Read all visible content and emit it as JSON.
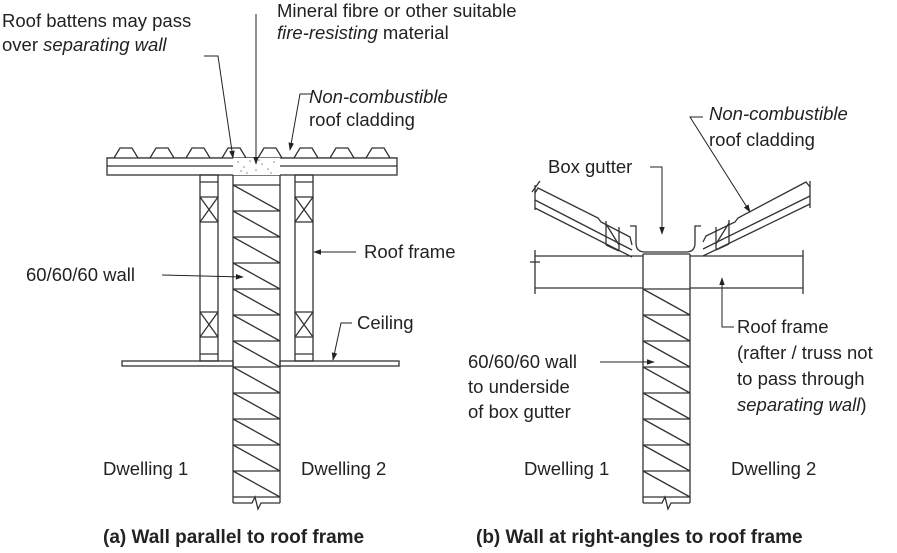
{
  "left": {
    "battens_line1": "Roof battens may pass",
    "battens_line2_a": "over ",
    "battens_line2_b": "separating wall",
    "mineral_line1": "Mineral fibre or other suitable",
    "mineral_line2_a": "fire-resisting",
    "mineral_line2_b": " material",
    "cladding_line1": "Non-combustible",
    "cladding_line2": "roof cladding",
    "roof_frame": "Roof frame",
    "wall": "60/60/60 wall",
    "ceiling": "Ceiling",
    "dwelling1": "Dwelling 1",
    "dwelling2": "Dwelling 2",
    "caption": "(a) Wall parallel to roof frame"
  },
  "right": {
    "cladding_line1": "Non-combustible",
    "cladding_line2": "roof cladding",
    "box_gutter": "Box gutter",
    "roof_frame_line1": "Roof frame",
    "roof_frame_line2": "(rafter / truss not",
    "roof_frame_line3": "to pass through",
    "roof_frame_line4_a": "separating wall",
    "roof_frame_line4_b": ")",
    "wall_line1": "60/60/60 wall",
    "wall_line2": "to underside",
    "wall_line3": "of box gutter",
    "dwelling1": "Dwelling 1",
    "dwelling2": "Dwelling 2",
    "caption": "(b) Wall at right-angles to roof frame"
  }
}
